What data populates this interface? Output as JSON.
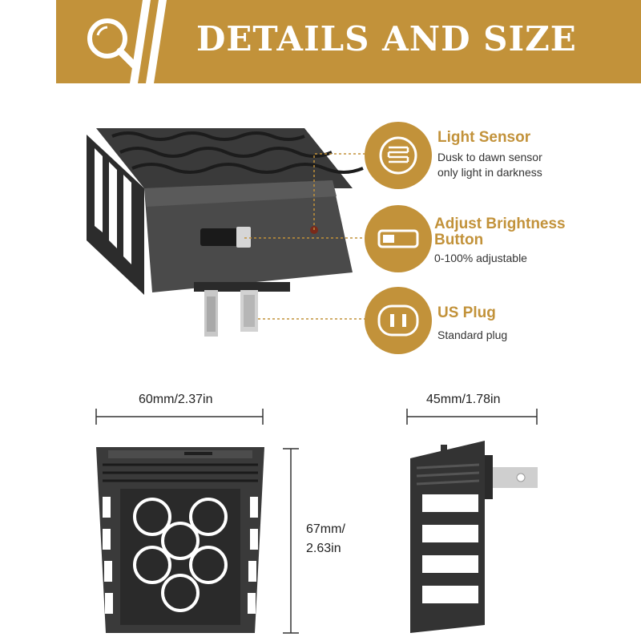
{
  "header": {
    "title": "DETAILS AND SIZE",
    "icon": "magnifier-icon",
    "accent_color": "#c2923a"
  },
  "features": [
    {
      "title": "Light Sensor",
      "desc_line1": "Dusk to dawn sensor",
      "desc_line2": "only light in darkness",
      "icon": "light-sensor-icon"
    },
    {
      "title_line1": "Adjust Brightness",
      "title_line2": "Button",
      "desc_line1": "0-100% adjustable",
      "icon": "slider-switch-icon"
    },
    {
      "title": "US Plug",
      "desc_line1": "Standard plug",
      "icon": "us-plug-icon"
    }
  ],
  "dimensions": {
    "front_width": "60mm/2.37in",
    "height_line1": "67mm/",
    "height_line2": "2.63in",
    "side_depth": "45mm/1.78in"
  }
}
